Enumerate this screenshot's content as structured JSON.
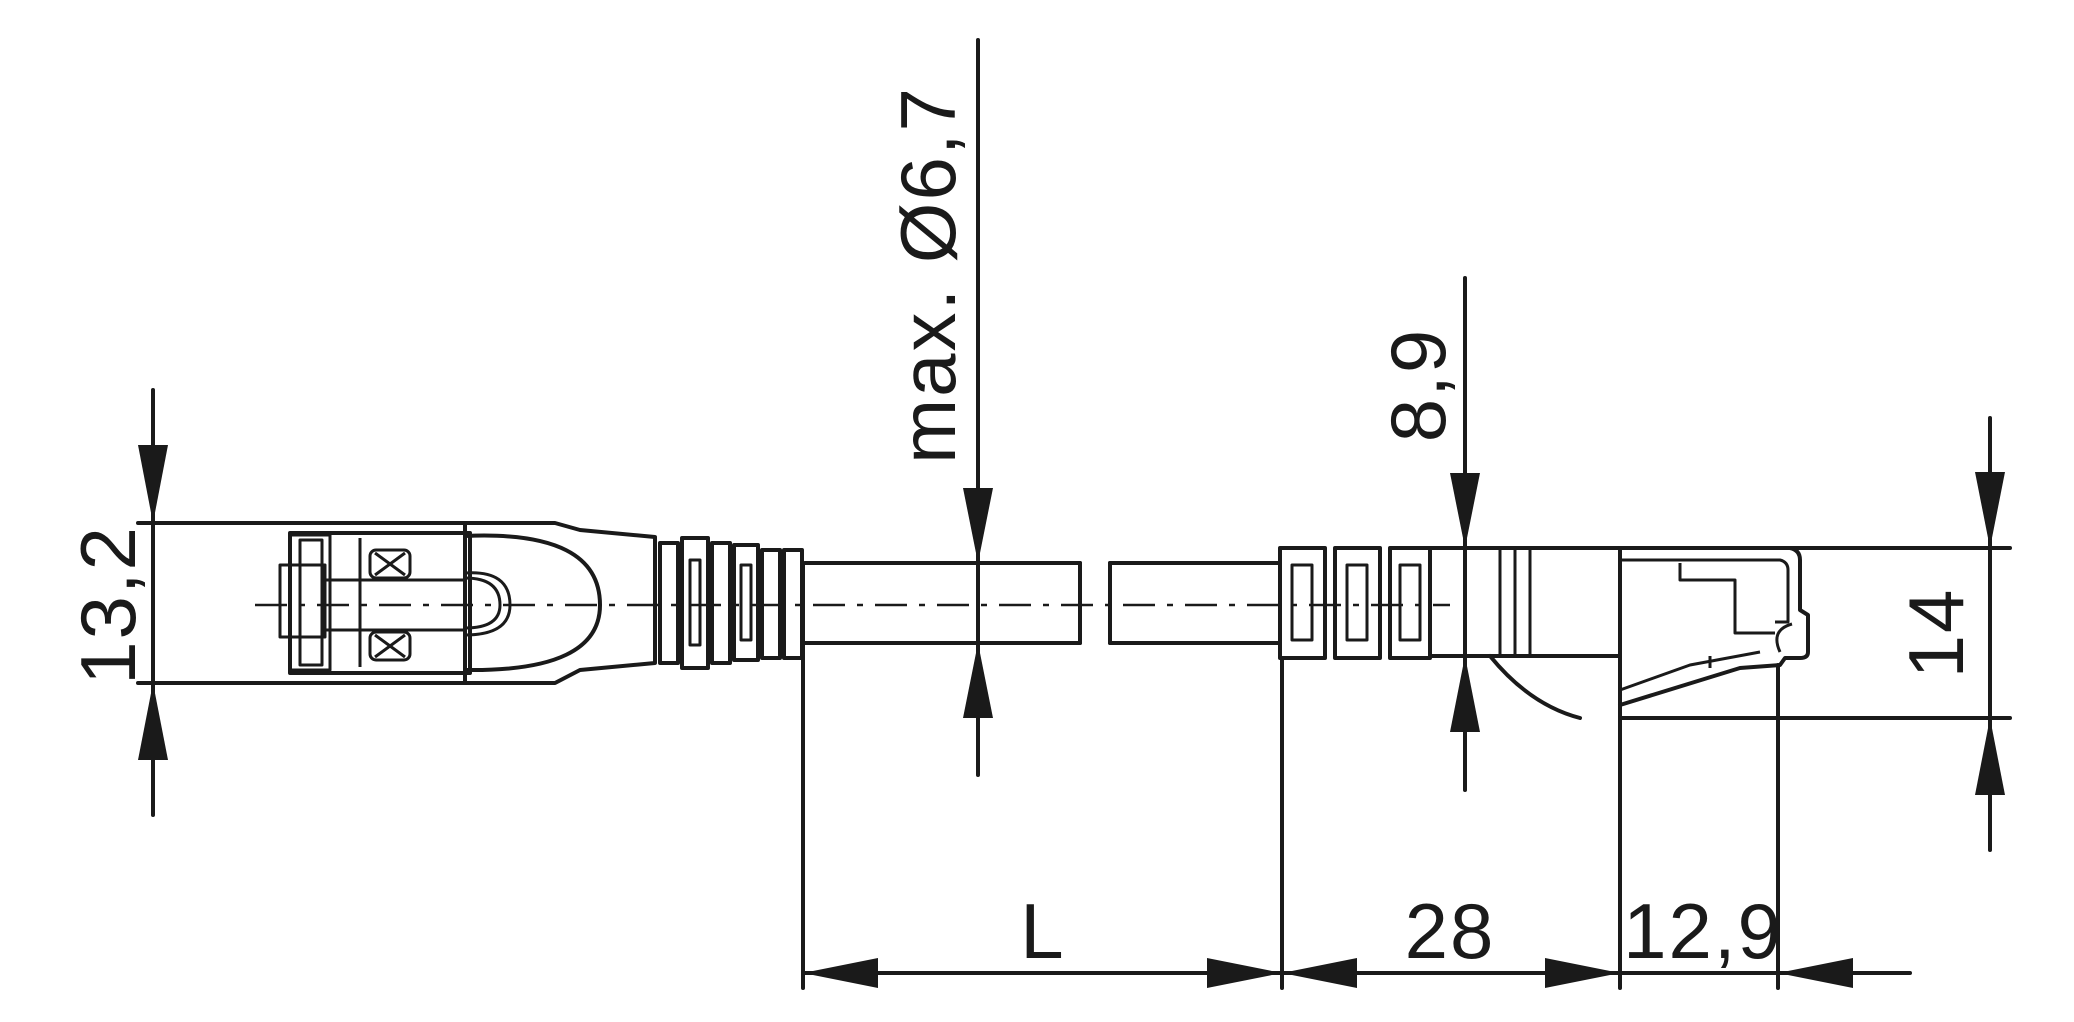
{
  "dimensions": {
    "left_plug_height": "13,2",
    "cable_diameter": "max. Ø6,7",
    "boot_height": "8,9",
    "right_plug_height": "14",
    "cable_length": "L",
    "boot_length": "28",
    "plug_length": "12,9"
  },
  "colors": {
    "line": "#1a1a1a",
    "background": "#ffffff"
  }
}
